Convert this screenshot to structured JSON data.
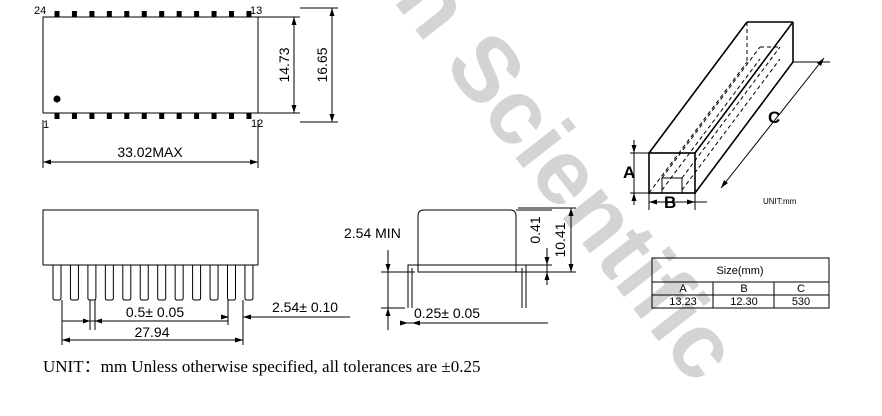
{
  "watermark": "n Scientific",
  "top_view": {
    "pin_24": "24",
    "pin_13": "13",
    "pin_1": "1",
    "pin_12": "12",
    "dim_width": "33.02MAX",
    "dim_inner_height": "14.73",
    "dim_outer_height": "16.65"
  },
  "side_view": {
    "dim_pin_width": "0.5± 0.05",
    "dim_span": "27.94",
    "dim_pitch": "2.54± 0.10"
  },
  "end_view": {
    "dim_min": "2.54 MIN",
    "dim_lead": "0.25± 0.05",
    "dim_small": "0.41",
    "dim_height": "10.41"
  },
  "tube": {
    "label_a": "A",
    "label_b": "B",
    "label_c": "C",
    "unit": "UNIT:mm"
  },
  "size_table": {
    "title": "Size(mm)",
    "headers": [
      "A",
      "B",
      "C"
    ],
    "values": [
      "13.23",
      "12.30",
      "530"
    ]
  },
  "footer_note": "UNIT：mm Unless otherwise specified, all tolerances are ±0.25"
}
